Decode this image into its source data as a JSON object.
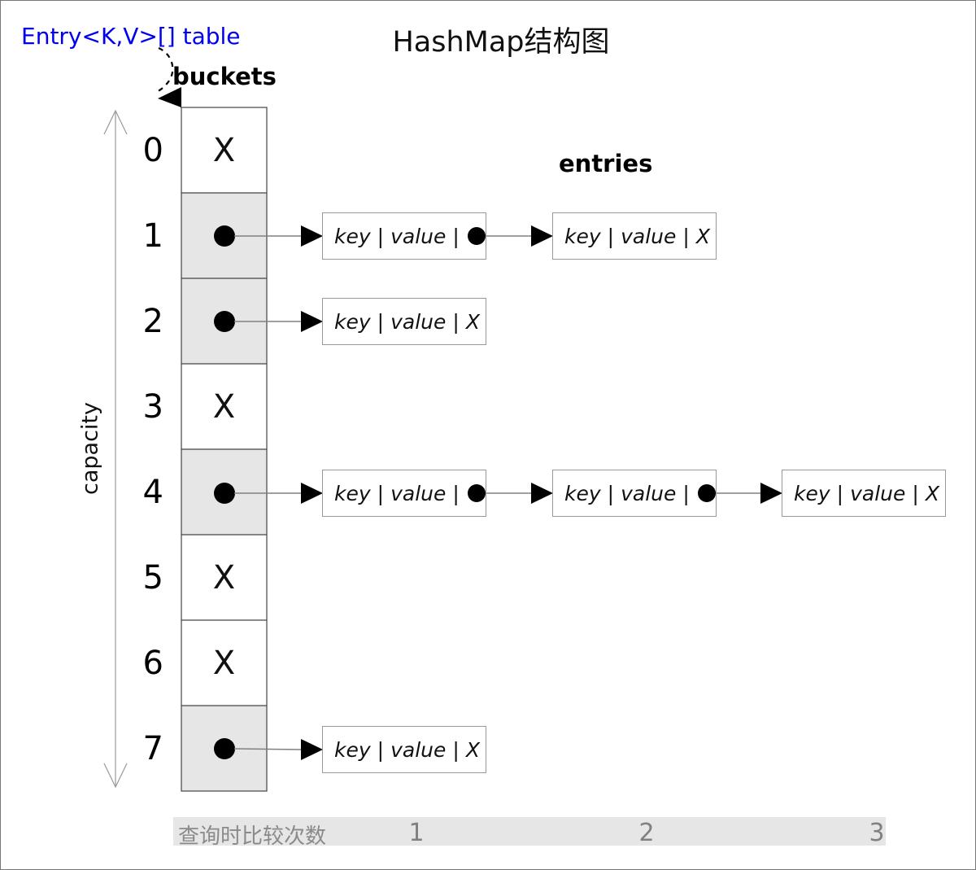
{
  "title": "HashMap结构图",
  "labels": {
    "table_ref": "Entry<K,V>[] table",
    "buckets": "buckets",
    "entries": "entries",
    "capacity": "capacity"
  },
  "markers": {
    "empty_bucket": "X",
    "null_pointer": "X"
  },
  "entry_label": {
    "key": "key",
    "value": "value",
    "sep": "|"
  },
  "rows": [
    {
      "index": "0",
      "content": "X",
      "chain": []
    },
    {
      "index": "1",
      "content": "●",
      "chain": [
        "key | value | ●",
        "key | value | X"
      ]
    },
    {
      "index": "2",
      "content": "●",
      "chain": [
        "key | value | X"
      ]
    },
    {
      "index": "3",
      "content": "X",
      "chain": []
    },
    {
      "index": "4",
      "content": "●",
      "chain": [
        "key | value | ●",
        "key | value | ●",
        "key | value | X"
      ]
    },
    {
      "index": "5",
      "content": "X",
      "chain": []
    },
    {
      "index": "6",
      "content": "X",
      "chain": []
    },
    {
      "index": "7",
      "content": "●",
      "chain": [
        "key | value | X"
      ]
    }
  ],
  "footer": {
    "label": "查询时比较次数",
    "counts": [
      "1",
      "2",
      "3"
    ]
  },
  "colors": {
    "accent_blue": "#0000ee",
    "bucket_fill": "#e6e6e6",
    "bar_fill": "#e6e6e6",
    "muted_text": "#8a8a8a",
    "connector_gray": "#808080"
  }
}
